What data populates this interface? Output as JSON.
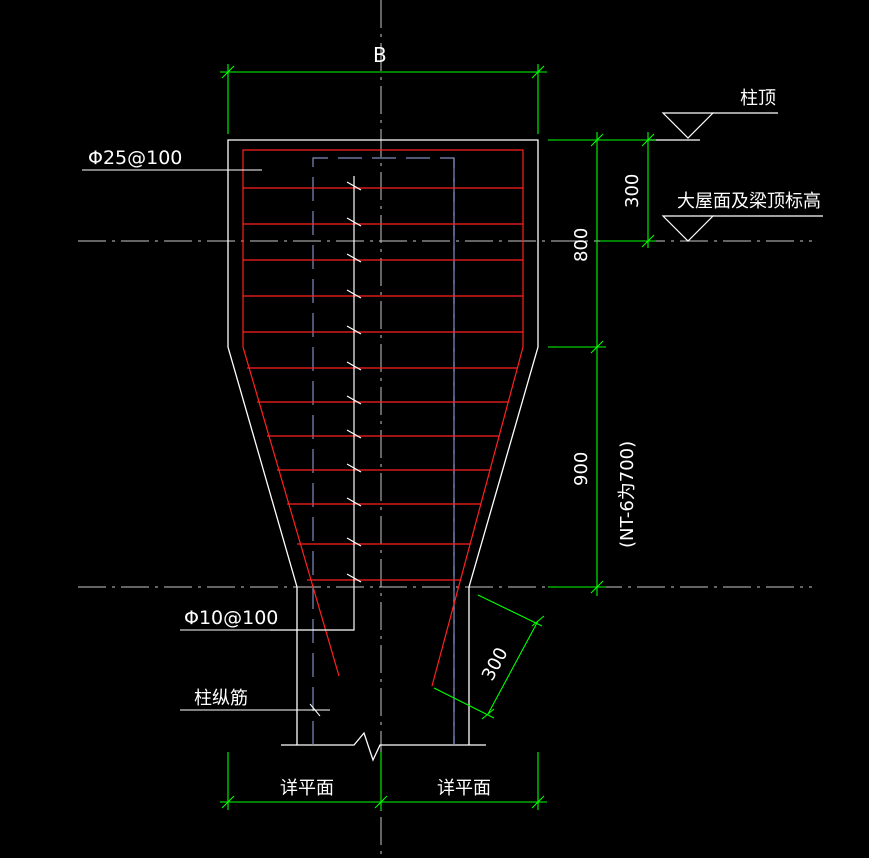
{
  "drawing": {
    "width_label": "B",
    "rebar_top": "Φ25@100",
    "stirrup": "Φ10@100",
    "column_bar": "柱纵筋",
    "column_top": "柱顶",
    "roof_level": "大屋面及梁顶标高",
    "dim_300_top": "300",
    "dim_800": "800",
    "dim_900": "900",
    "dim_note": "(NT-6为700)",
    "dim_300_slant": "300",
    "plan_left": "详平面",
    "plan_right": "详平面"
  },
  "colors": {
    "background": "#000000",
    "outline": "#ffffff",
    "rebar": "#ff0000",
    "dimension": "#00ff00",
    "centerline": "#c0c0c0",
    "hidden": "#7f8fc0"
  }
}
